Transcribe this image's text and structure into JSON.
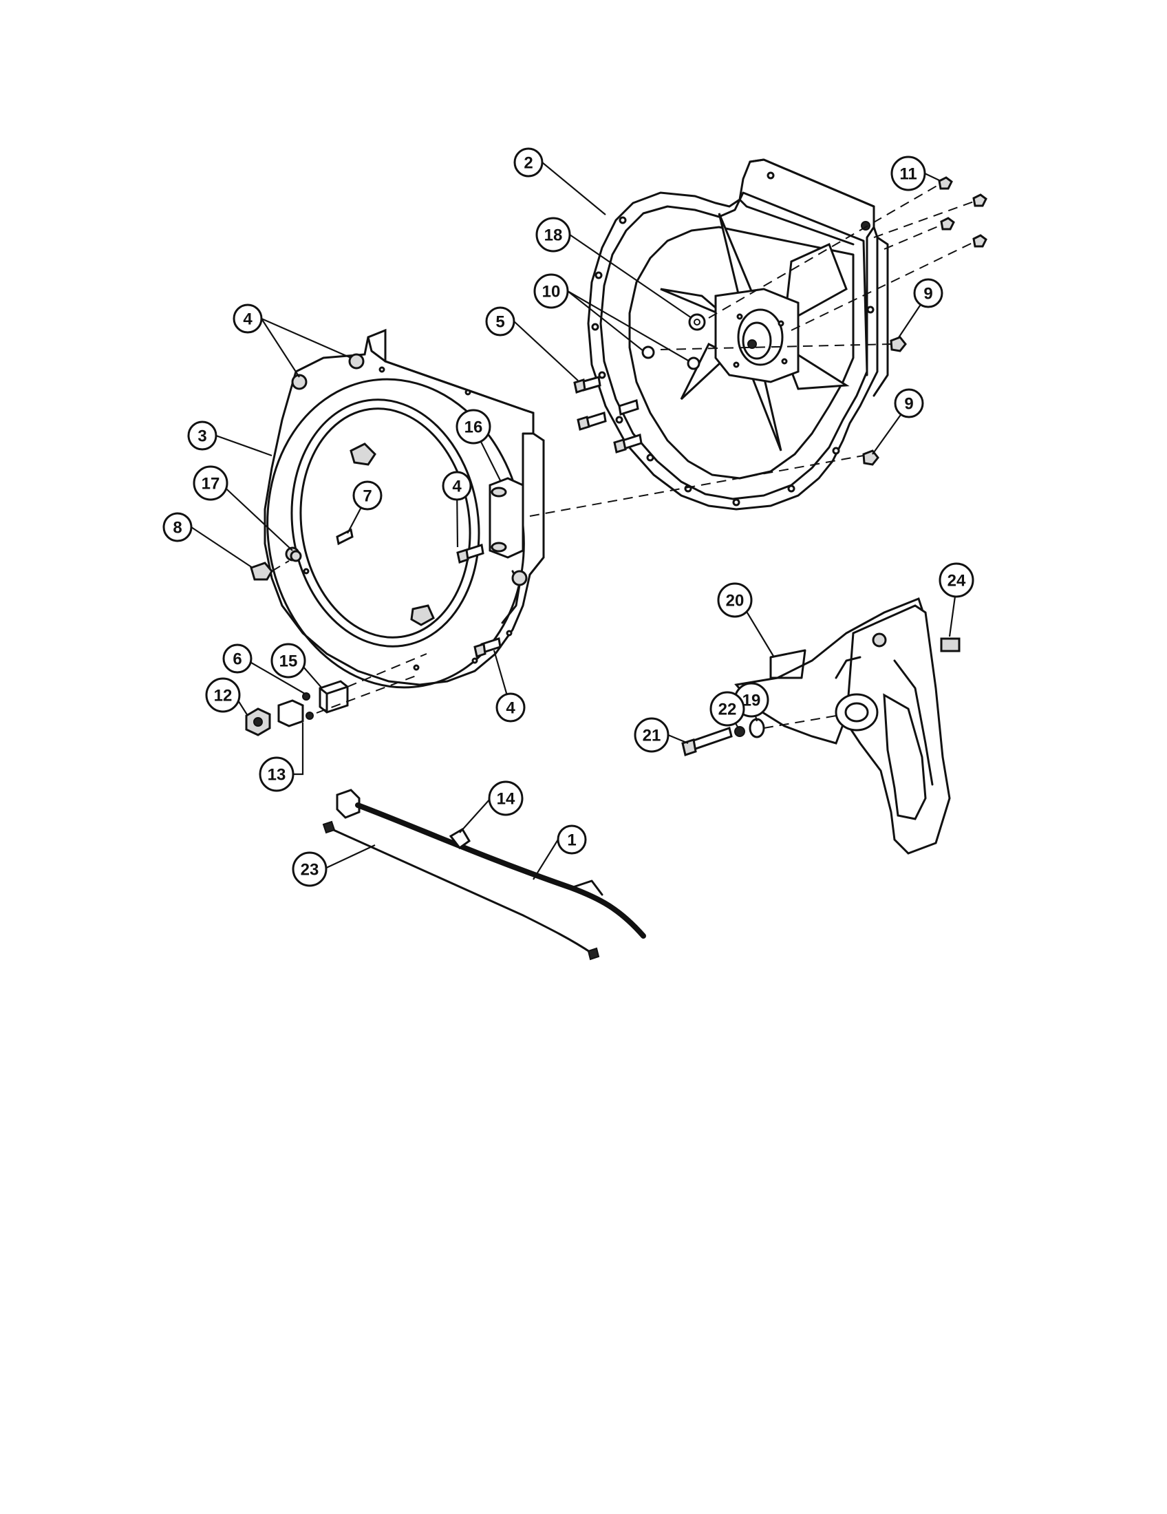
{
  "callouts": [
    {
      "id": "c2",
      "label": "2"
    },
    {
      "id": "c11",
      "label": "11"
    },
    {
      "id": "c18",
      "label": "18"
    },
    {
      "id": "c10",
      "label": "10"
    },
    {
      "id": "c9a",
      "label": "9"
    },
    {
      "id": "c9b",
      "label": "9"
    },
    {
      "id": "c5",
      "label": "5"
    },
    {
      "id": "c4a",
      "label": "4"
    },
    {
      "id": "c3",
      "label": "3"
    },
    {
      "id": "c16",
      "label": "16"
    },
    {
      "id": "c17",
      "label": "17"
    },
    {
      "id": "c7",
      "label": "7"
    },
    {
      "id": "c4b",
      "label": "4"
    },
    {
      "id": "c8",
      "label": "8"
    },
    {
      "id": "c24",
      "label": "24"
    },
    {
      "id": "c20",
      "label": "20"
    },
    {
      "id": "c6",
      "label": "6"
    },
    {
      "id": "c15",
      "label": "15"
    },
    {
      "id": "c12",
      "label": "12"
    },
    {
      "id": "c4c",
      "label": "4"
    },
    {
      "id": "c19",
      "label": "19"
    },
    {
      "id": "c22",
      "label": "22"
    },
    {
      "id": "c21",
      "label": "21"
    },
    {
      "id": "c13",
      "label": "13"
    },
    {
      "id": "c14",
      "label": "14"
    },
    {
      "id": "c1",
      "label": "1"
    },
    {
      "id": "c23",
      "label": "23"
    }
  ]
}
